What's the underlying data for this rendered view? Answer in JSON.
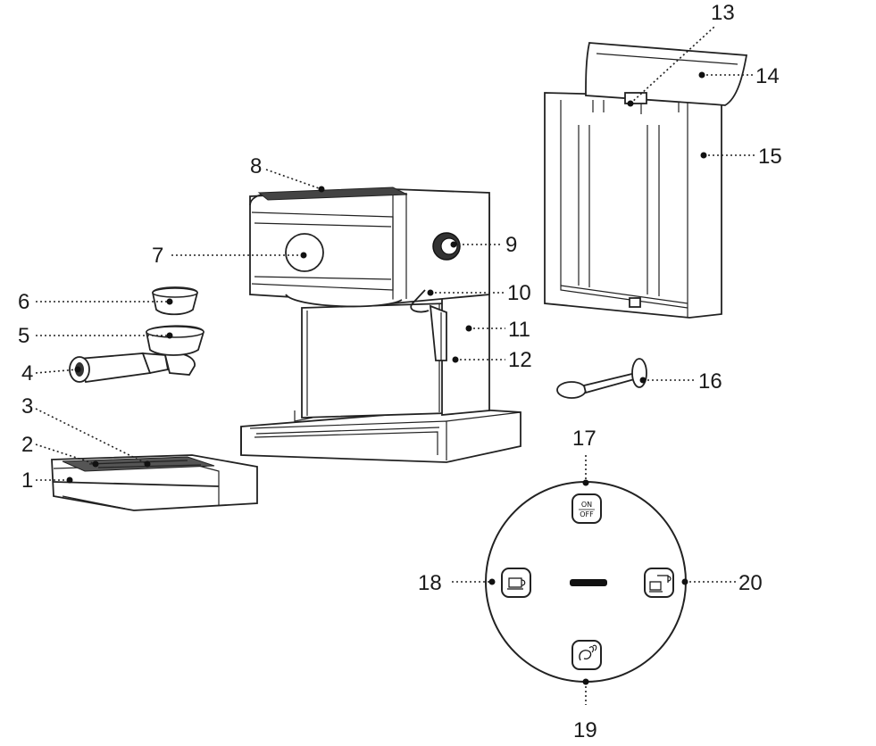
{
  "callouts": [
    "1",
    "2",
    "3",
    "4",
    "5",
    "6",
    "7",
    "8",
    "9",
    "10",
    "11",
    "12",
    "13",
    "14",
    "15",
    "16",
    "17",
    "18",
    "19",
    "20"
  ],
  "control_panel": {
    "power_label_top": "ON",
    "power_label_bottom": "OFF"
  }
}
